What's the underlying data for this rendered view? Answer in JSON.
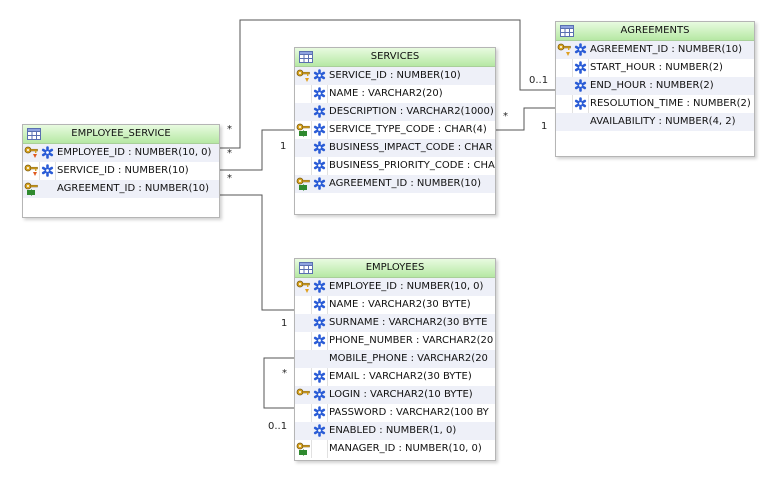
{
  "diagram": {
    "entities": {
      "employee_service": {
        "name": "EMPLOYEE_SERVICE",
        "columns": [
          {
            "text": "EMPLOYEE_ID : NUMBER(10, 0)",
            "key": "pfk-key-icon",
            "required": true
          },
          {
            "text": "SERVICE_ID : NUMBER(10)",
            "key": "pfk-key-icon",
            "required": true
          },
          {
            "text": "AGREEMENT_ID : NUMBER(10)",
            "key": "fk-key-icon",
            "required": false
          }
        ]
      },
      "services": {
        "name": "SERVICES",
        "columns": [
          {
            "text": "SERVICE_ID : NUMBER(10)",
            "key": "pk-key-icon",
            "required": true
          },
          {
            "text": "NAME : VARCHAR2(20)",
            "key": "",
            "required": true
          },
          {
            "text": "DESCRIPTION : VARCHAR2(1000)",
            "key": "",
            "required": true
          },
          {
            "text": "SERVICE_TYPE_CODE : CHAR(4)",
            "key": "fk-key-icon",
            "required": true
          },
          {
            "text": "BUSINESS_IMPACT_CODE : CHAR",
            "key": "",
            "required": true
          },
          {
            "text": "BUSINESS_PRIORITY_CODE : CHA",
            "key": "",
            "required": true
          },
          {
            "text": "AGREEMENT_ID : NUMBER(10)",
            "key": "fk-key-icon",
            "required": true
          }
        ]
      },
      "agreements": {
        "name": "AGREEMENTS",
        "columns": [
          {
            "text": "AGREEMENT_ID : NUMBER(10)",
            "key": "pk-key-icon",
            "required": true
          },
          {
            "text": "START_HOUR : NUMBER(2)",
            "key": "",
            "required": true
          },
          {
            "text": "END_HOUR : NUMBER(2)",
            "key": "",
            "required": true
          },
          {
            "text": "RESOLUTION_TIME : NUMBER(2)",
            "key": "",
            "required": true
          },
          {
            "text": "AVAILABILITY : NUMBER(4, 2)",
            "key": "",
            "required": false
          }
        ]
      },
      "employees": {
        "name": "EMPLOYEES",
        "columns": [
          {
            "text": "EMPLOYEE_ID : NUMBER(10, 0)",
            "key": "pk-key-icon",
            "required": true
          },
          {
            "text": "NAME : VARCHAR2(30 BYTE)",
            "key": "",
            "required": true
          },
          {
            "text": "SURNAME : VARCHAR2(30 BYTE",
            "key": "",
            "required": true
          },
          {
            "text": "PHONE_NUMBER : VARCHAR2(20",
            "key": "",
            "required": true
          },
          {
            "text": "MOBILE_PHONE : VARCHAR2(20",
            "key": "",
            "required": false
          },
          {
            "text": "EMAIL : VARCHAR2(30 BYTE)",
            "key": "",
            "required": true
          },
          {
            "text": "LOGIN : VARCHAR2(10 BYTE)",
            "key": "uk-key-icon",
            "required": true
          },
          {
            "text": "PASSWORD : VARCHAR2(100 BY",
            "key": "",
            "required": true
          },
          {
            "text": "ENABLED : NUMBER(1, 0)",
            "key": "",
            "required": true
          },
          {
            "text": "MANAGER_ID : NUMBER(10, 0)",
            "key": "fk-key-icon",
            "required": false
          }
        ]
      }
    },
    "relationships": [
      {
        "id": "employee-service-to-agreements",
        "from_mult": "*",
        "to_mult": "0..1"
      },
      {
        "id": "employee-service-to-services",
        "from_mult": "*",
        "to_mult": "1"
      },
      {
        "id": "services-to-agreements",
        "from_mult": "*",
        "to_mult": "1"
      },
      {
        "id": "employee-service-to-employees",
        "from_mult": "*",
        "to_mult": "1"
      },
      {
        "id": "employees-self-manager",
        "from_mult": "*",
        "to_mult": "0..1"
      }
    ],
    "colors": {
      "header_top": "#e8fbe0",
      "header_bottom": "#b6e8a4",
      "stripe": "#eef0f8",
      "key_gold": "#d9a520",
      "fk_green": "#2f8a2f",
      "asterisk_blue": "#2a5cd6"
    }
  }
}
